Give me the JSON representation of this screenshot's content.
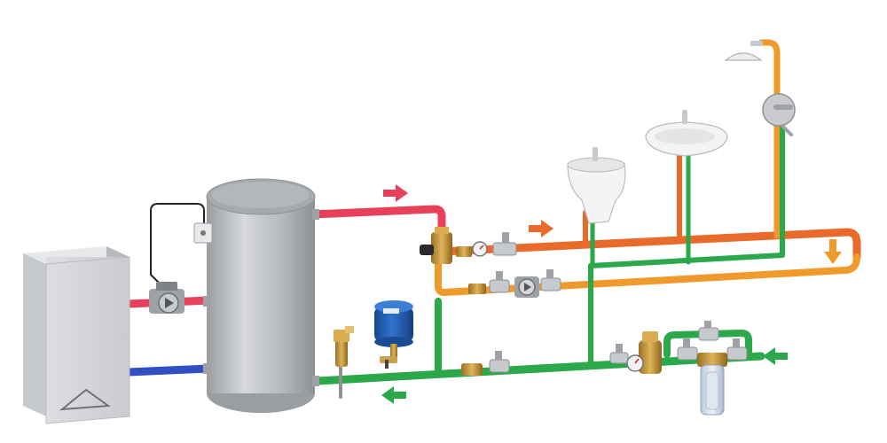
{
  "diagram": {
    "title": "",
    "colors": {
      "hot_supply": "#e8405a",
      "hot_water": "#e96a2a",
      "recirculation": "#ef9a2a",
      "cold_water": "#2aa84a",
      "boiler_return": "#2f4fc2",
      "tank": "#b9bcc0",
      "boiler": "#d3d5d8",
      "brass": "#c89a3c",
      "expansion_vessel": "#1f5fb8"
    },
    "components": [
      {
        "id": "boiler",
        "icon": "boiler-unit"
      },
      {
        "id": "storage-tank",
        "icon": "cylinder-tank"
      },
      {
        "id": "circulation-pump",
        "icon": "pump"
      },
      {
        "id": "tank-thermostat",
        "icon": "thermostat"
      },
      {
        "id": "safety-valve",
        "icon": "safety-valve"
      },
      {
        "id": "expansion-vessel",
        "icon": "expansion-vessel"
      },
      {
        "id": "thermostatic-mixing-valve",
        "icon": "mixing-valve"
      },
      {
        "id": "recirculation-pump",
        "icon": "pump"
      },
      {
        "id": "pressure-reducer",
        "icon": "pressure-reducer"
      },
      {
        "id": "water-filter",
        "icon": "filter"
      },
      {
        "id": "bidet",
        "icon": "bidet"
      },
      {
        "id": "washbasin",
        "icon": "washbasin"
      },
      {
        "id": "shower",
        "icon": "shower"
      }
    ],
    "flow_arrows": [
      {
        "id": "hot-supply-arrow",
        "icon": "arrow-right",
        "color": "#e8405a"
      },
      {
        "id": "hot-water-arrow",
        "icon": "arrow-right",
        "color": "#e96a2a"
      },
      {
        "id": "recirculation-arrow",
        "icon": "arrow-down",
        "color": "#ef9a2a"
      },
      {
        "id": "cold-inlet-arrow",
        "icon": "arrow-left",
        "color": "#2aa84a"
      },
      {
        "id": "cold-feed-arrow",
        "icon": "arrow-left",
        "color": "#2aa84a"
      }
    ]
  }
}
